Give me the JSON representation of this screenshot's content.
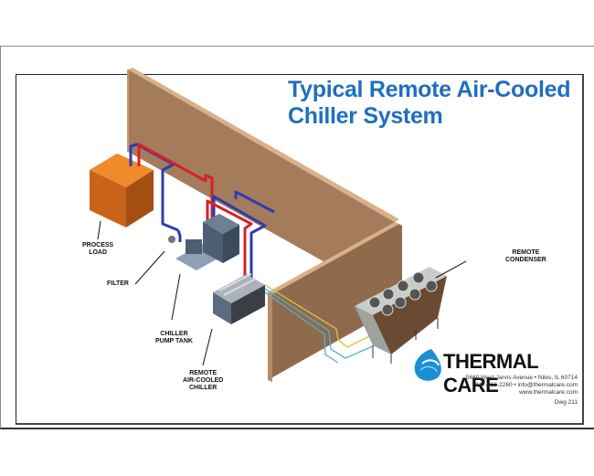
{
  "title": {
    "line1": "Typical Remote Air-Cooled",
    "line2": "Chiller System"
  },
  "labels": {
    "process_load": [
      "PROCESS",
      "LOAD"
    ],
    "filter": [
      "FILTER"
    ],
    "chiller_pump_tank": [
      "CHILLER",
      "PUMP TANK"
    ],
    "remote_air_cooled_chiller": [
      "REMOTE",
      "AIR-COOLED",
      "CHILLER"
    ],
    "remote_condenser": [
      "REMOTE",
      "CONDENSER"
    ]
  },
  "company": {
    "name": "THERMAL CARE",
    "address": "5680 West Jarvis Avenue • Niles, IL 60714",
    "contact": "847-966-2260 • info@thermalcare.com",
    "website": "www.thermalcare.com",
    "drawing_number": "Dwg 211"
  },
  "colors": {
    "title": "#1f6fbd",
    "wall": "#a47c5c",
    "wall_edge": "#d9b08a",
    "process_load": "#e07a22",
    "supply_pipe": "#d62128",
    "return_pipe": "#2b3db0",
    "refrigerant_line_a": "#d8c838",
    "refrigerant_line_b": "#4fb0c8",
    "equipment": "#5a6b80",
    "logo": "#1b8fd6"
  }
}
